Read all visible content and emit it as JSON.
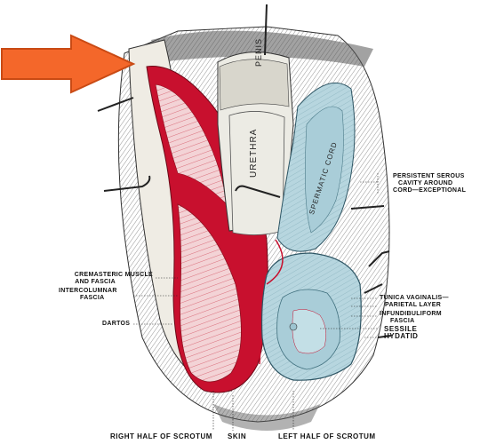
{
  "labels": {
    "penis": "PENIS",
    "urethra": "URETHRA",
    "spermatic_cord": "SPERMATIC CORD",
    "persistent_serous_1": "PERSISTENT SEROUS",
    "persistent_serous_2": "CAVITY AROUND",
    "persistent_serous_3": "CORD—EXCEPTIONAL",
    "cremasteric_1": "CREMASTERIC MUSCLE",
    "cremasteric_2": "AND FASCIA",
    "intercolumnar_1": "INTERCOLUMNAR",
    "intercolumnar_2": "FASCIA",
    "dartos": "DARTOS",
    "tunica_1": "TUNICA VAGINALIS—",
    "tunica_2": "PARIETAL LAYER",
    "infundibuliform_1": "INFUNDIBULIFORM",
    "infundibuliform_2": "FASCIA",
    "sessile": "SESSILE",
    "hydatid": "HYDATID",
    "right_scrotum": "RIGHT HALF OF SCROTUM",
    "skin": "SKIN",
    "left_scrotum": "LEFT HALF OF SCROTUM"
  },
  "colors": {
    "arrow": "#f4672a",
    "arrow_stroke": "#c94a14",
    "tissue_red": "#c8102e",
    "tissue_pink": "#e9b9bd",
    "serous_blue": "#a9cdd8",
    "pale_tissue": "#ecebe4",
    "line": "#222222"
  }
}
